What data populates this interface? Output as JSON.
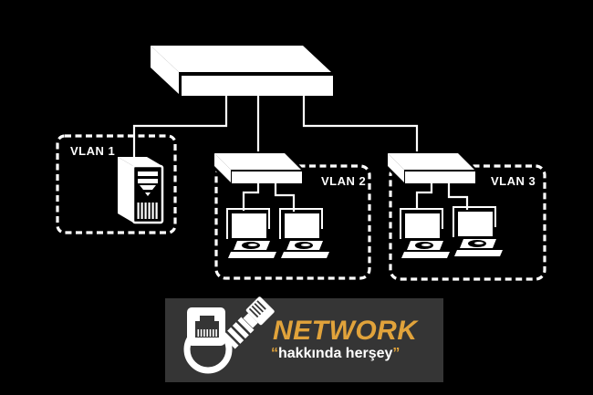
{
  "colors": {
    "background": "#000000",
    "diagram_foreground": "#ffffff",
    "logo_panel_background": "#353535",
    "brand_gold": "#e1a33b",
    "tagline_white": "#ffffff"
  },
  "vlans": [
    {
      "label": "VLAN 1"
    },
    {
      "label": "VLAN 2"
    },
    {
      "label": "VLAN 3"
    }
  ],
  "logo": {
    "brand": "NETWORK",
    "quote_open": "“",
    "tagline": "hakkında herşey",
    "quote_close": "”"
  }
}
